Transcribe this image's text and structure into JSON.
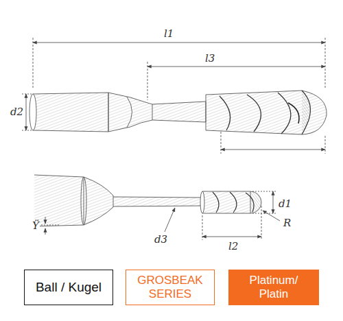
{
  "diagram": {
    "nodes": [
      {
        "text": [
          "Ball / Kugel"
        ]
      },
      {
        "text": [
          "GROSBEAK SERIES"
        ]
      },
      {
        "text": [
          "Platinum/ Platin"
        ]
      }
    ],
    "labels": [
      "l1",
      "l3",
      "d2",
      "d1",
      "d3",
      "l2",
      "R",
      "Ÿ"
    ]
  }
}
